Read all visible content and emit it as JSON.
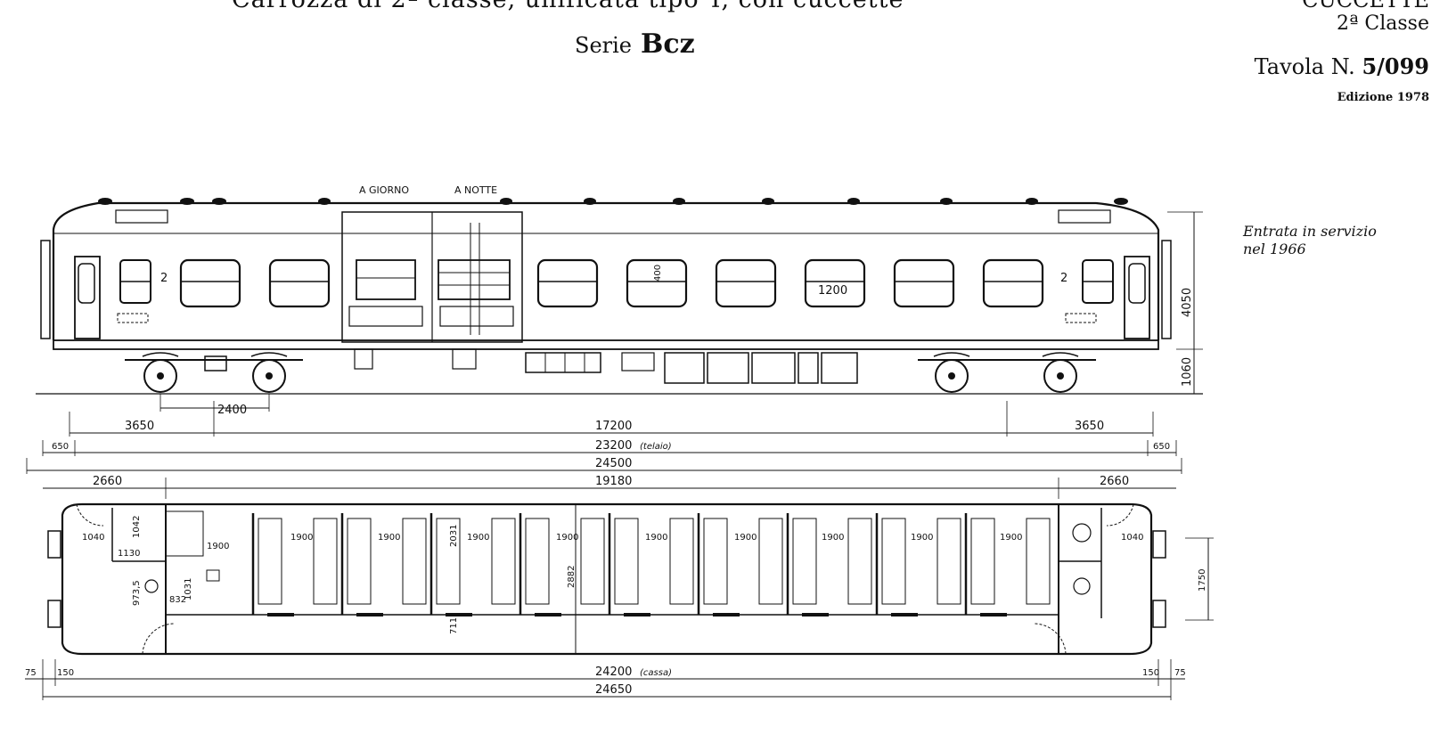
{
  "header": {
    "title": "Carrozza di 2ª classe, unificata tipo Y, con cuccette",
    "serie_label": "Serie",
    "serie_code": "Bcz",
    "category": "CUCCETTE",
    "class": "2ª Classe",
    "tavola_label": "Tavola N.",
    "tavola_number": "5/099",
    "edition": "Edizione 1978"
  },
  "note": {
    "line1": "Entrata in servizio",
    "line2": "nel 1966"
  },
  "side_view": {
    "label_day": "A GIORNO",
    "label_night": "A NOTTE",
    "class_mark": "2",
    "window_dim_400": "400",
    "window_dim_1200": "1200",
    "height_total": "4050",
    "height_floor": "1060"
  },
  "dimensions": {
    "bogie_wheelbase": "2400",
    "overhang_left": "3650",
    "bogie_centers": "17200",
    "overhang_right": "3650",
    "end_left": "650",
    "frame_length": "23200",
    "frame_note": "(telaio)",
    "end_right": "650",
    "buffers_length": "24500",
    "vestibule_left": "2660",
    "compartments_length": "19180",
    "vestibule_right": "2660",
    "body_length": "24200",
    "body_note": "(cassa)",
    "total_length": "24650",
    "buffer_left": "75",
    "gap_left": "150",
    "gap_right": "150",
    "buffer_right": "75"
  },
  "plan_view": {
    "vestibule_width_left": "1040",
    "vestibule_width_right": "1040",
    "wc_dim_1042": "1042",
    "wc_dim_1130": "1130",
    "wc_dim_973": "973,5",
    "wc_dim_832": "832",
    "wc_dim_1031": "1031",
    "compartment_length": "1900",
    "compartment_depth": "2031",
    "body_width": "2882",
    "corridor_width": "711",
    "vestibule_depth": "1750"
  }
}
